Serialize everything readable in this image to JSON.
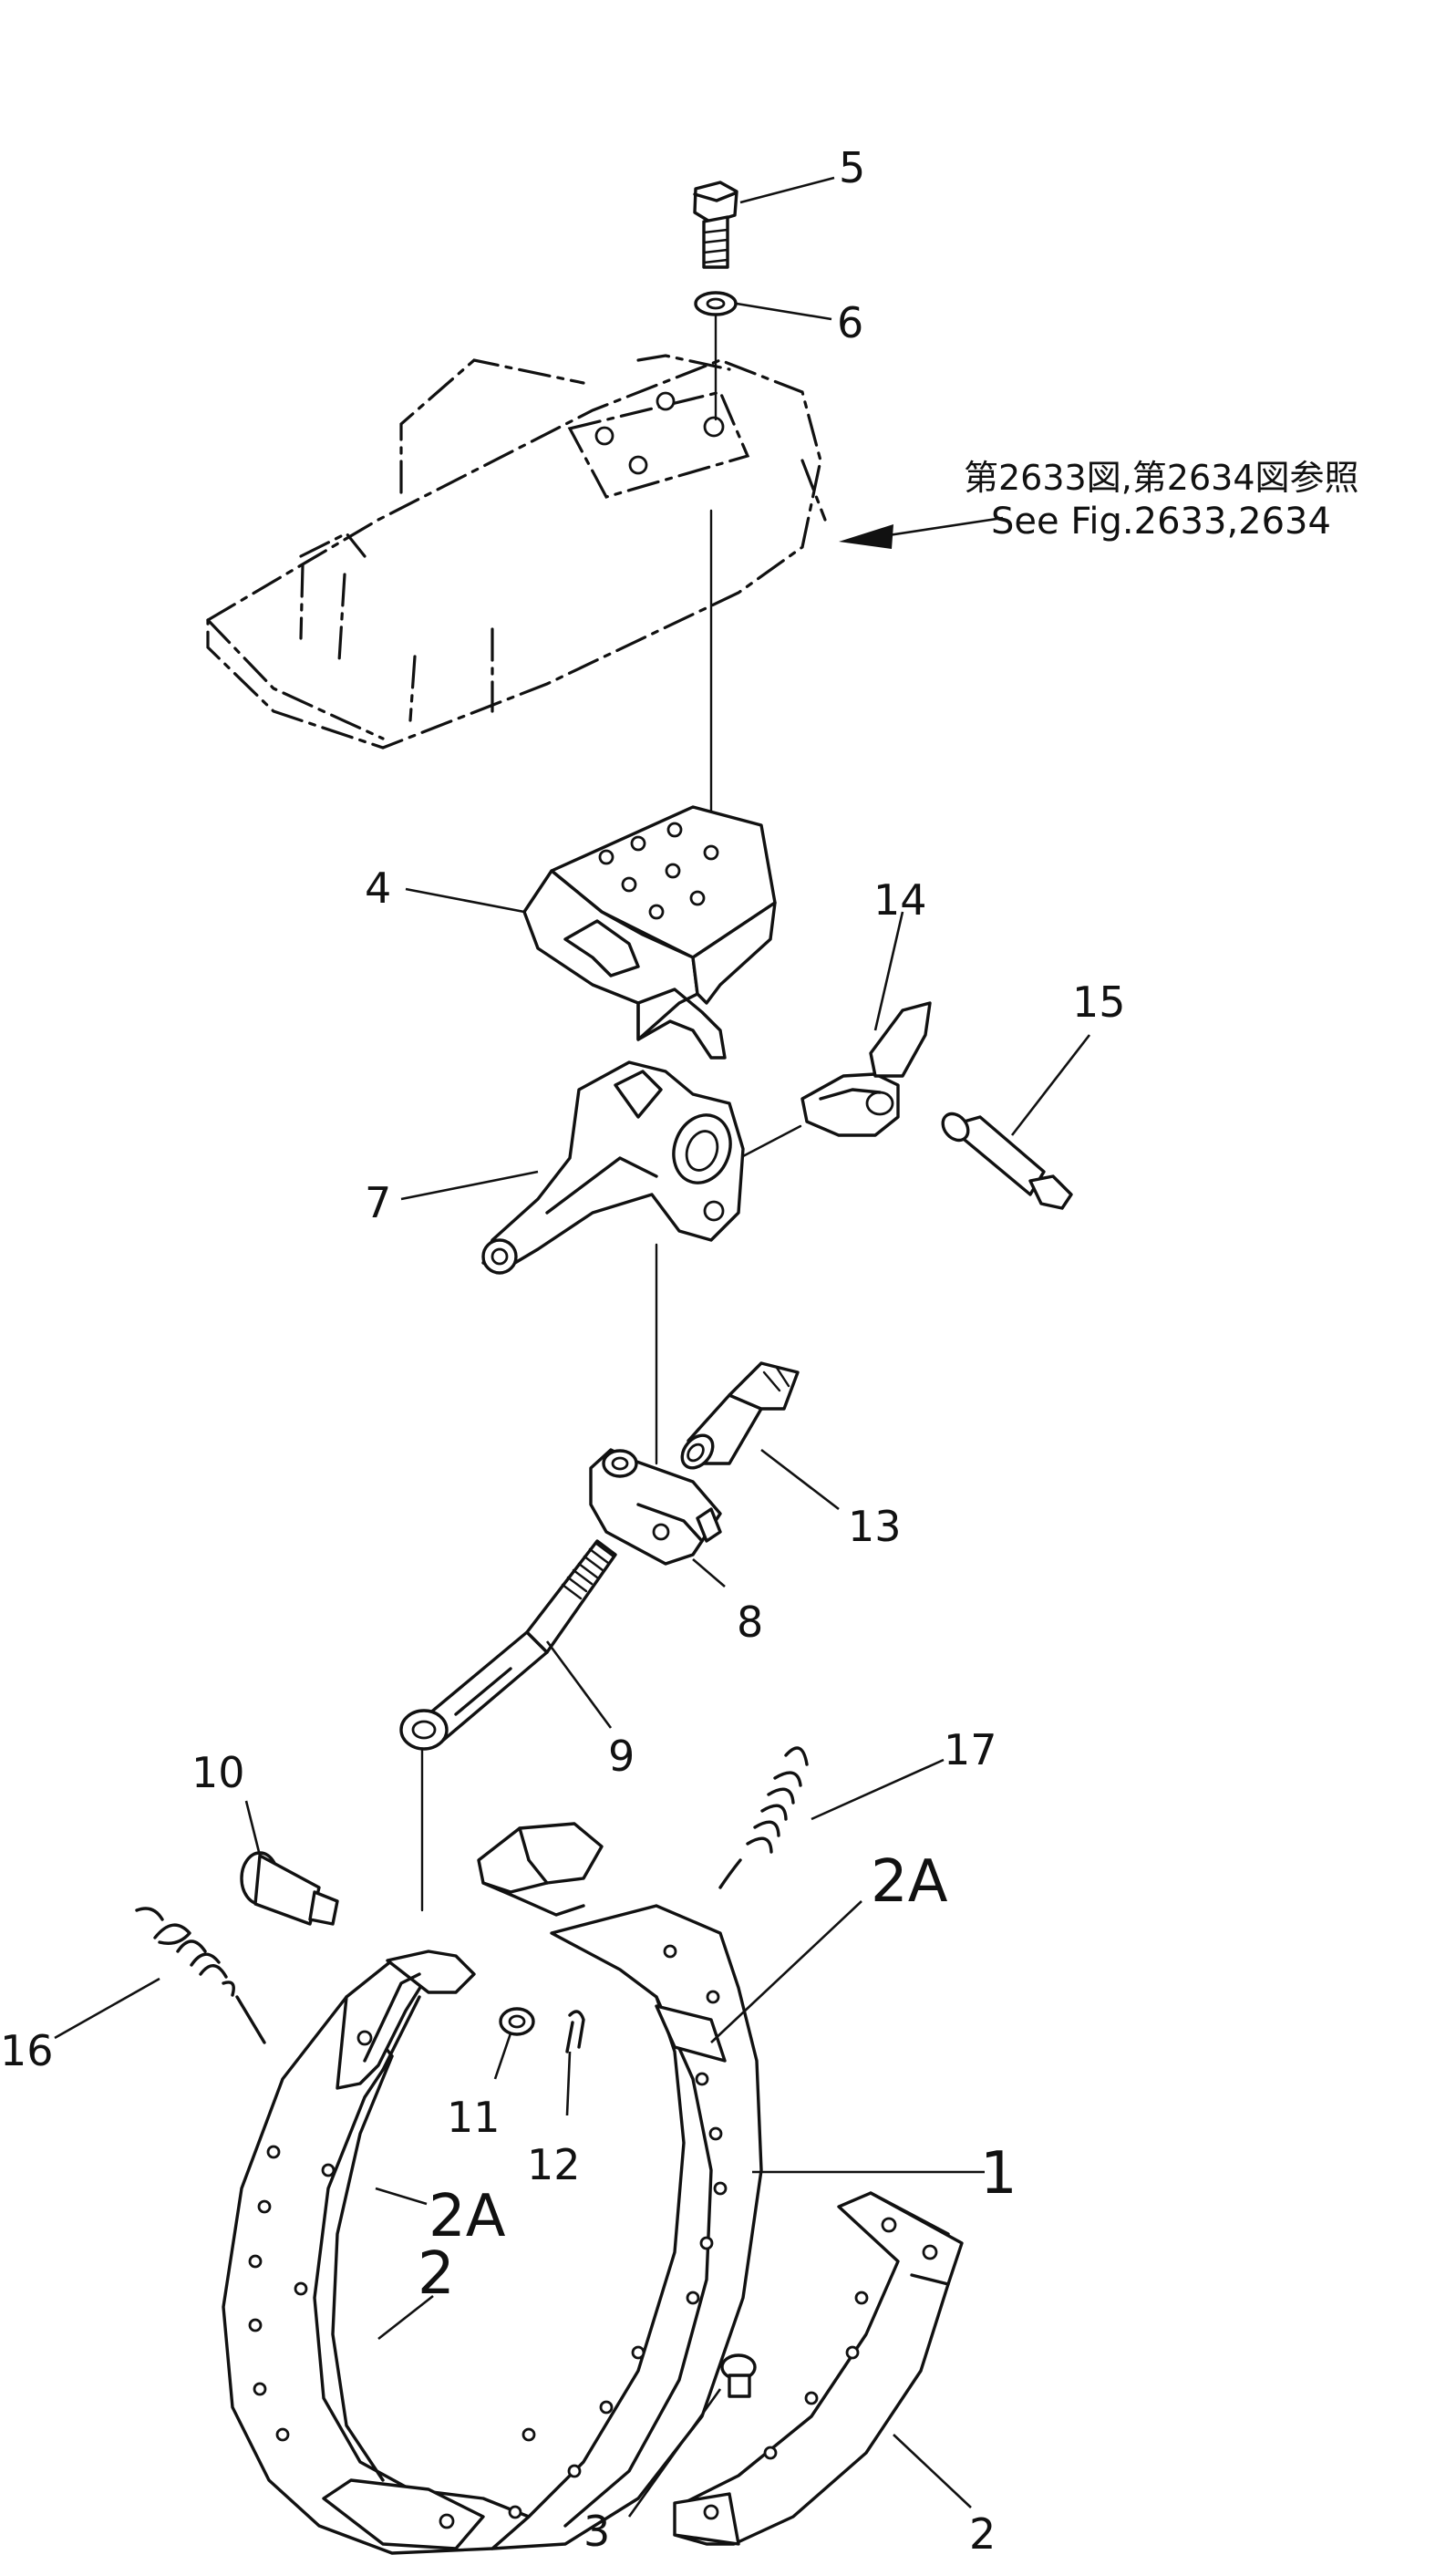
{
  "reference": {
    "japanese": "第2633図,第2634図参照",
    "english": "See Fig.2633,2634"
  },
  "callouts": {
    "c1": "1",
    "c2a_right": "2A",
    "c2a_left": "2A",
    "c2_inner": "2",
    "c2_lining": "2",
    "c3": "3",
    "c4": "4",
    "c5": "5",
    "c6": "6",
    "c7": "7",
    "c8": "8",
    "c9": "9",
    "c10": "10",
    "c11": "11",
    "c12": "12",
    "c13": "13",
    "c14": "14",
    "c15": "15",
    "c16": "16",
    "c17": "17"
  }
}
